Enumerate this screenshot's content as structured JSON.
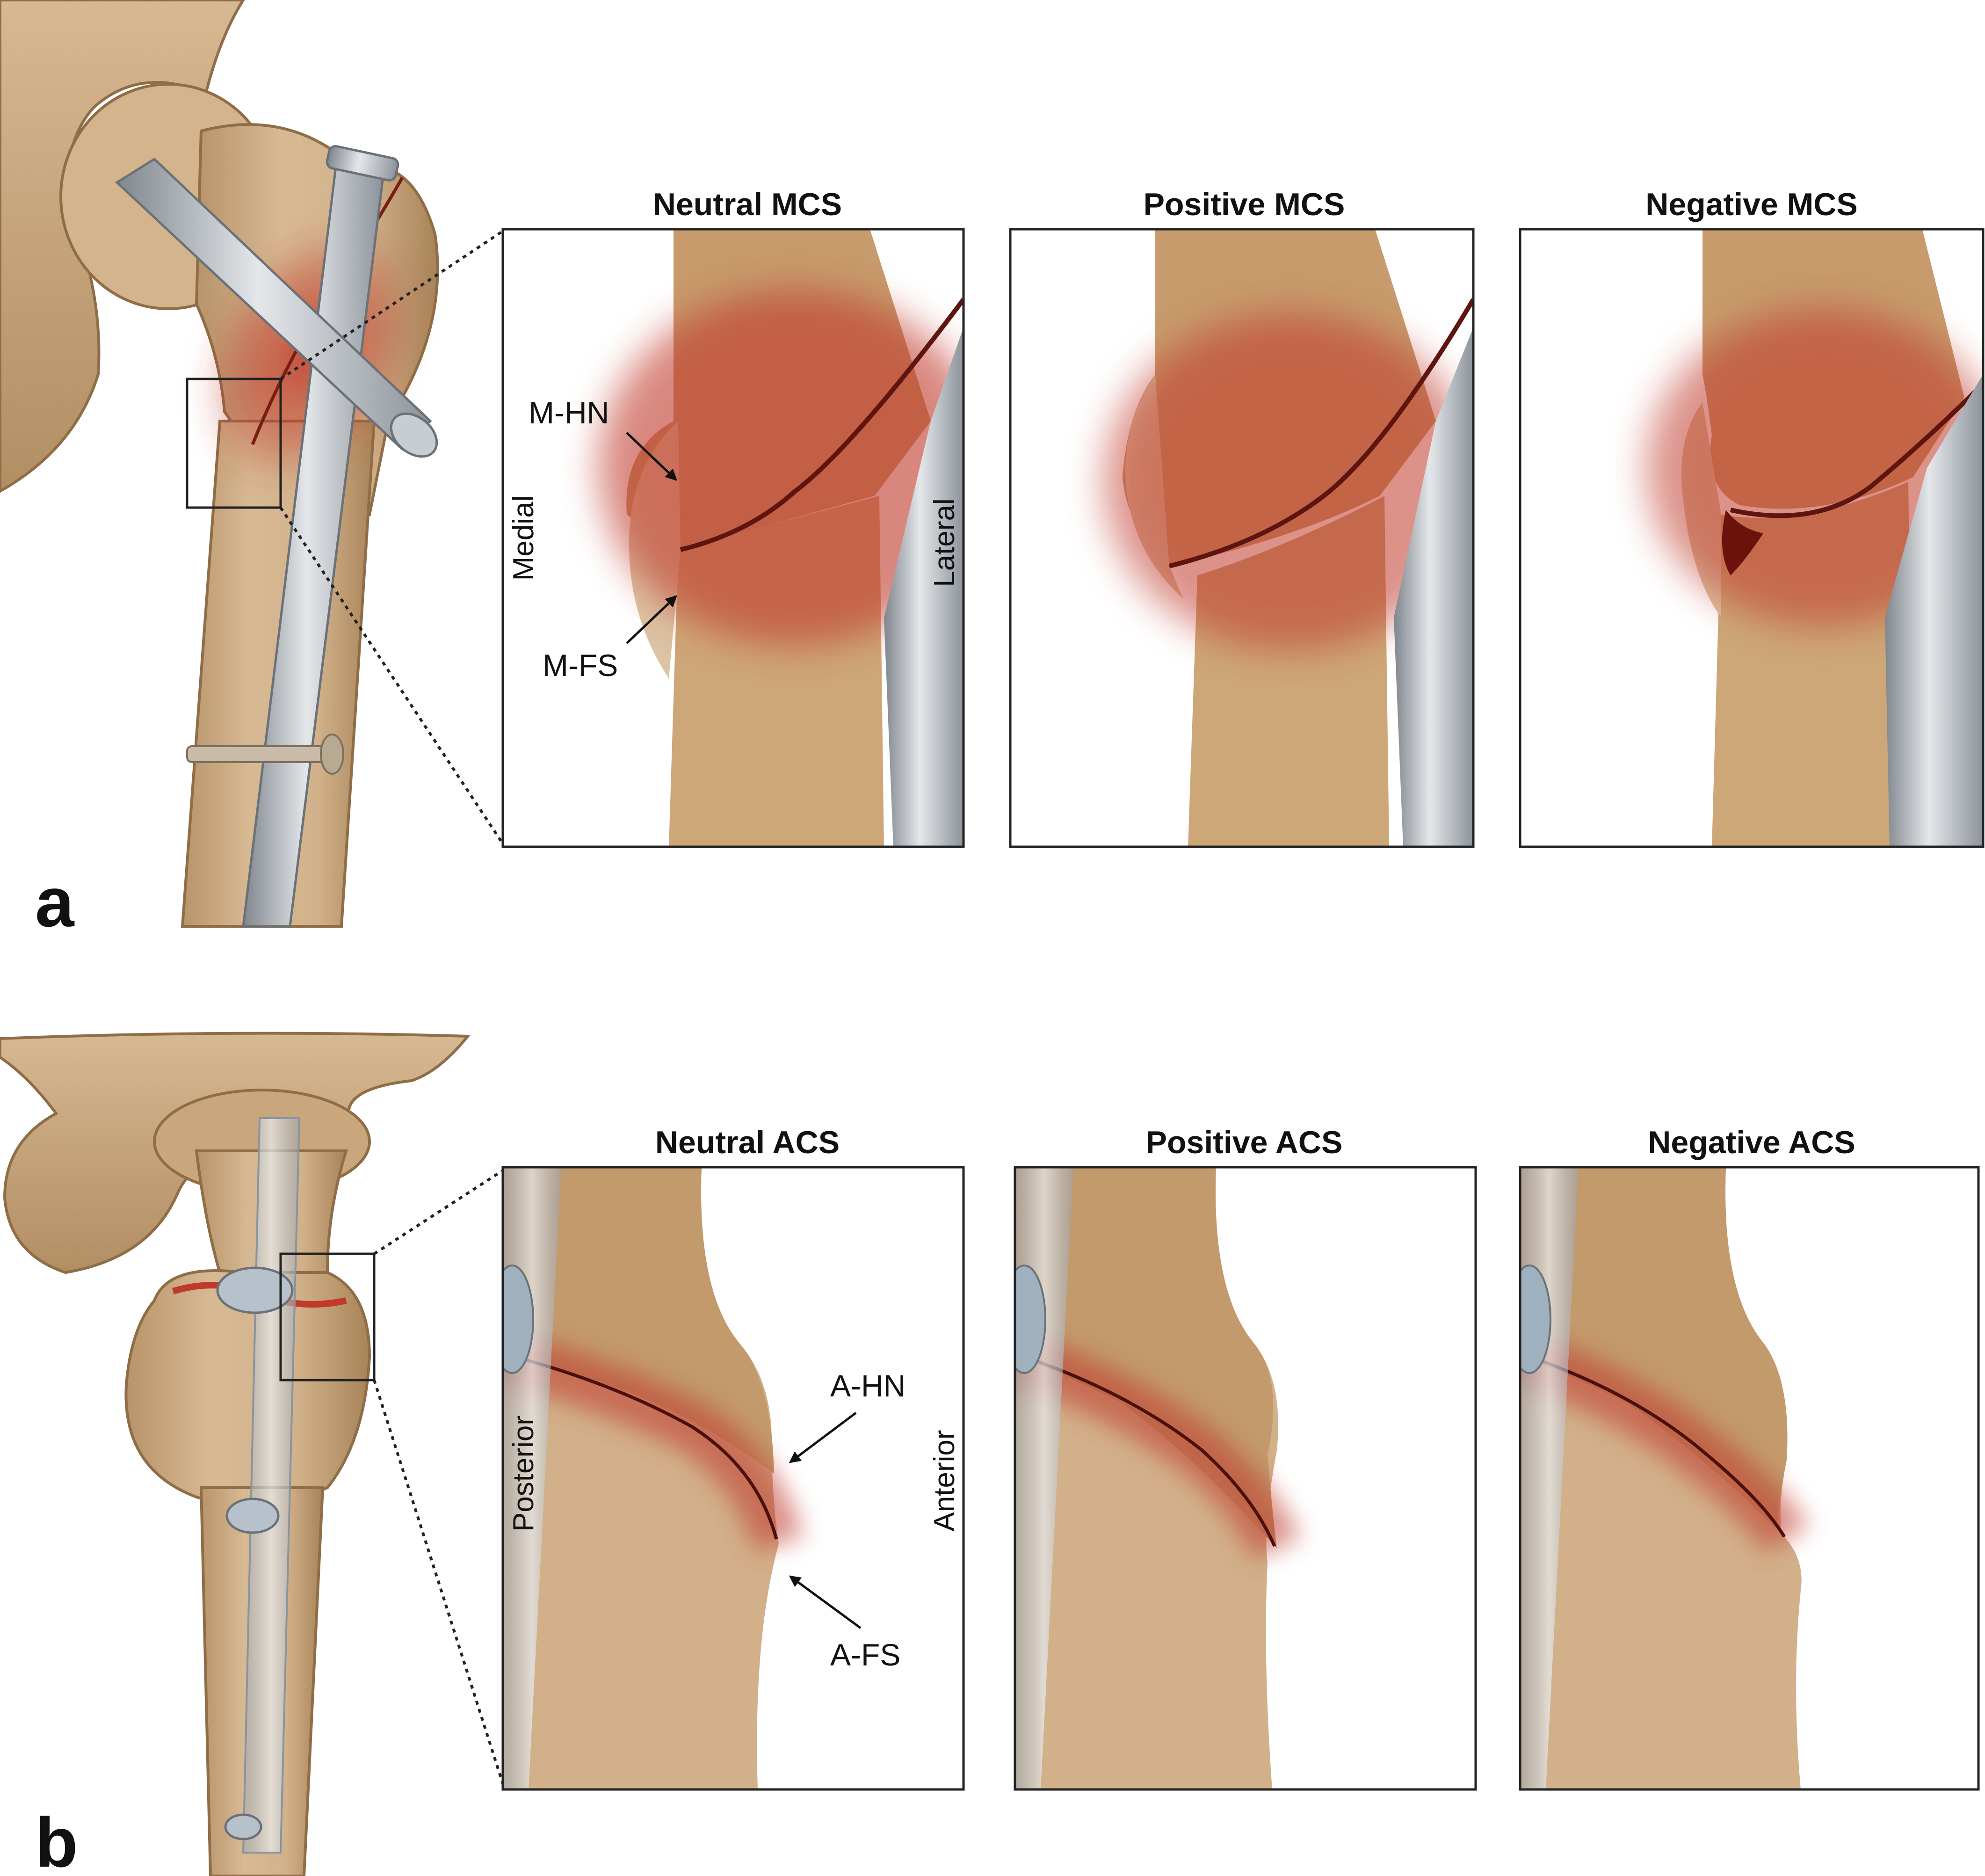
{
  "figure": {
    "section_a": {
      "letter": "a",
      "panels": [
        {
          "title": "Neutral MCS",
          "variant": "neutral"
        },
        {
          "title": "Positive MCS",
          "variant": "positive"
        },
        {
          "title": "Negative MCS",
          "variant": "negative"
        }
      ],
      "side_labels": {
        "left": "Medial",
        "right": "Lateral"
      },
      "annotations": {
        "top": "M-HN",
        "bottom": "M-FS"
      }
    },
    "section_b": {
      "letter": "b",
      "panels": [
        {
          "title": "Neutral ACS",
          "variant": "neutral"
        },
        {
          "title": "Positive ACS",
          "variant": "positive"
        },
        {
          "title": "Negative ACS",
          "variant": "negative"
        }
      ],
      "side_labels": {
        "left": "Posterior",
        "right": "Anterior"
      },
      "annotations": {
        "top": "A-HN",
        "bottom": "A-FS"
      }
    },
    "colors": {
      "bone": "#cfae86",
      "bone_shadow": "#a88358",
      "fracture": "#c0392b",
      "implant": "#b7bcc2",
      "frame": "#222222"
    }
  }
}
